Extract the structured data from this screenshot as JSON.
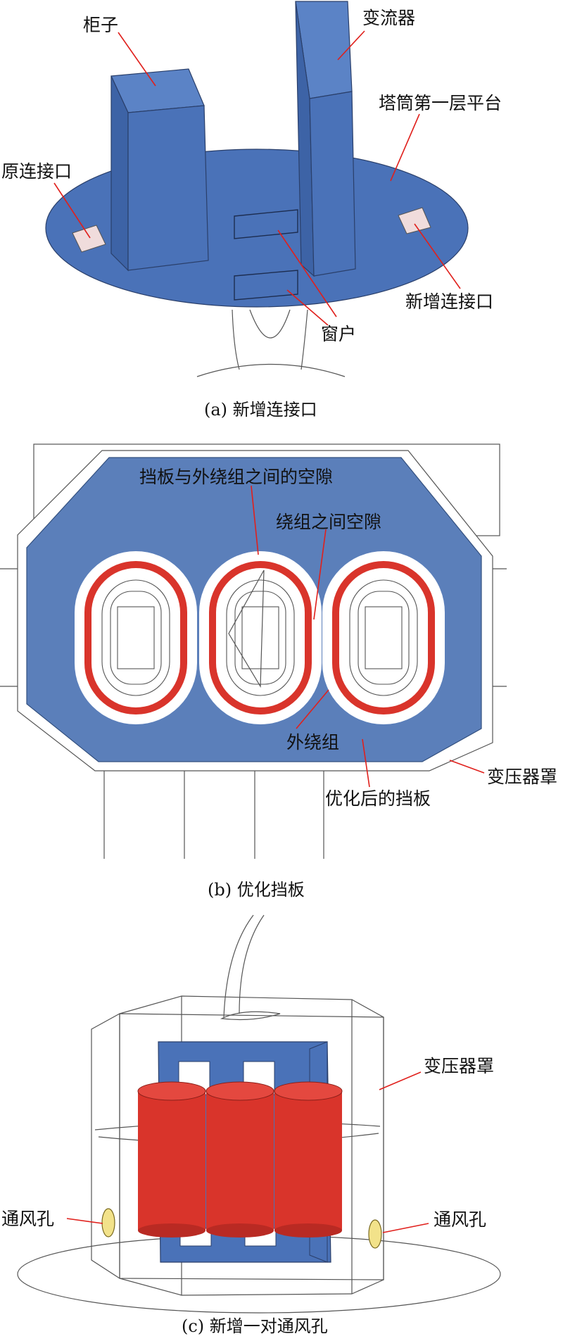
{
  "panel_a": {
    "caption": "(a) 新增连接口",
    "labels": {
      "cabinet": "柜子",
      "converter": "变流器",
      "tower_platform": "塔筒第一层平台",
      "original_port": "原连接口",
      "new_port": "新增连接口",
      "window": "窗户"
    }
  },
  "panel_b": {
    "caption": "(b) 优化挡板",
    "labels": {
      "baffle_gap": "挡板与外绕组之间的空隙",
      "winding_gap": "绕组之间空隙",
      "outer_winding": "外绕组",
      "transformer_cover": "变压器罩",
      "optimized_baffle": "优化后的挡板"
    }
  },
  "panel_c": {
    "caption": "(c) 新增一对通风孔",
    "labels": {
      "transformer_cover": "变压器罩",
      "vent_left": "通风孔",
      "vent_right": "通风孔"
    }
  },
  "colors": {
    "blue": "#4a72b8",
    "red": "#d9342b",
    "leader": "#e0201c",
    "vent": "#f2e28a"
  }
}
